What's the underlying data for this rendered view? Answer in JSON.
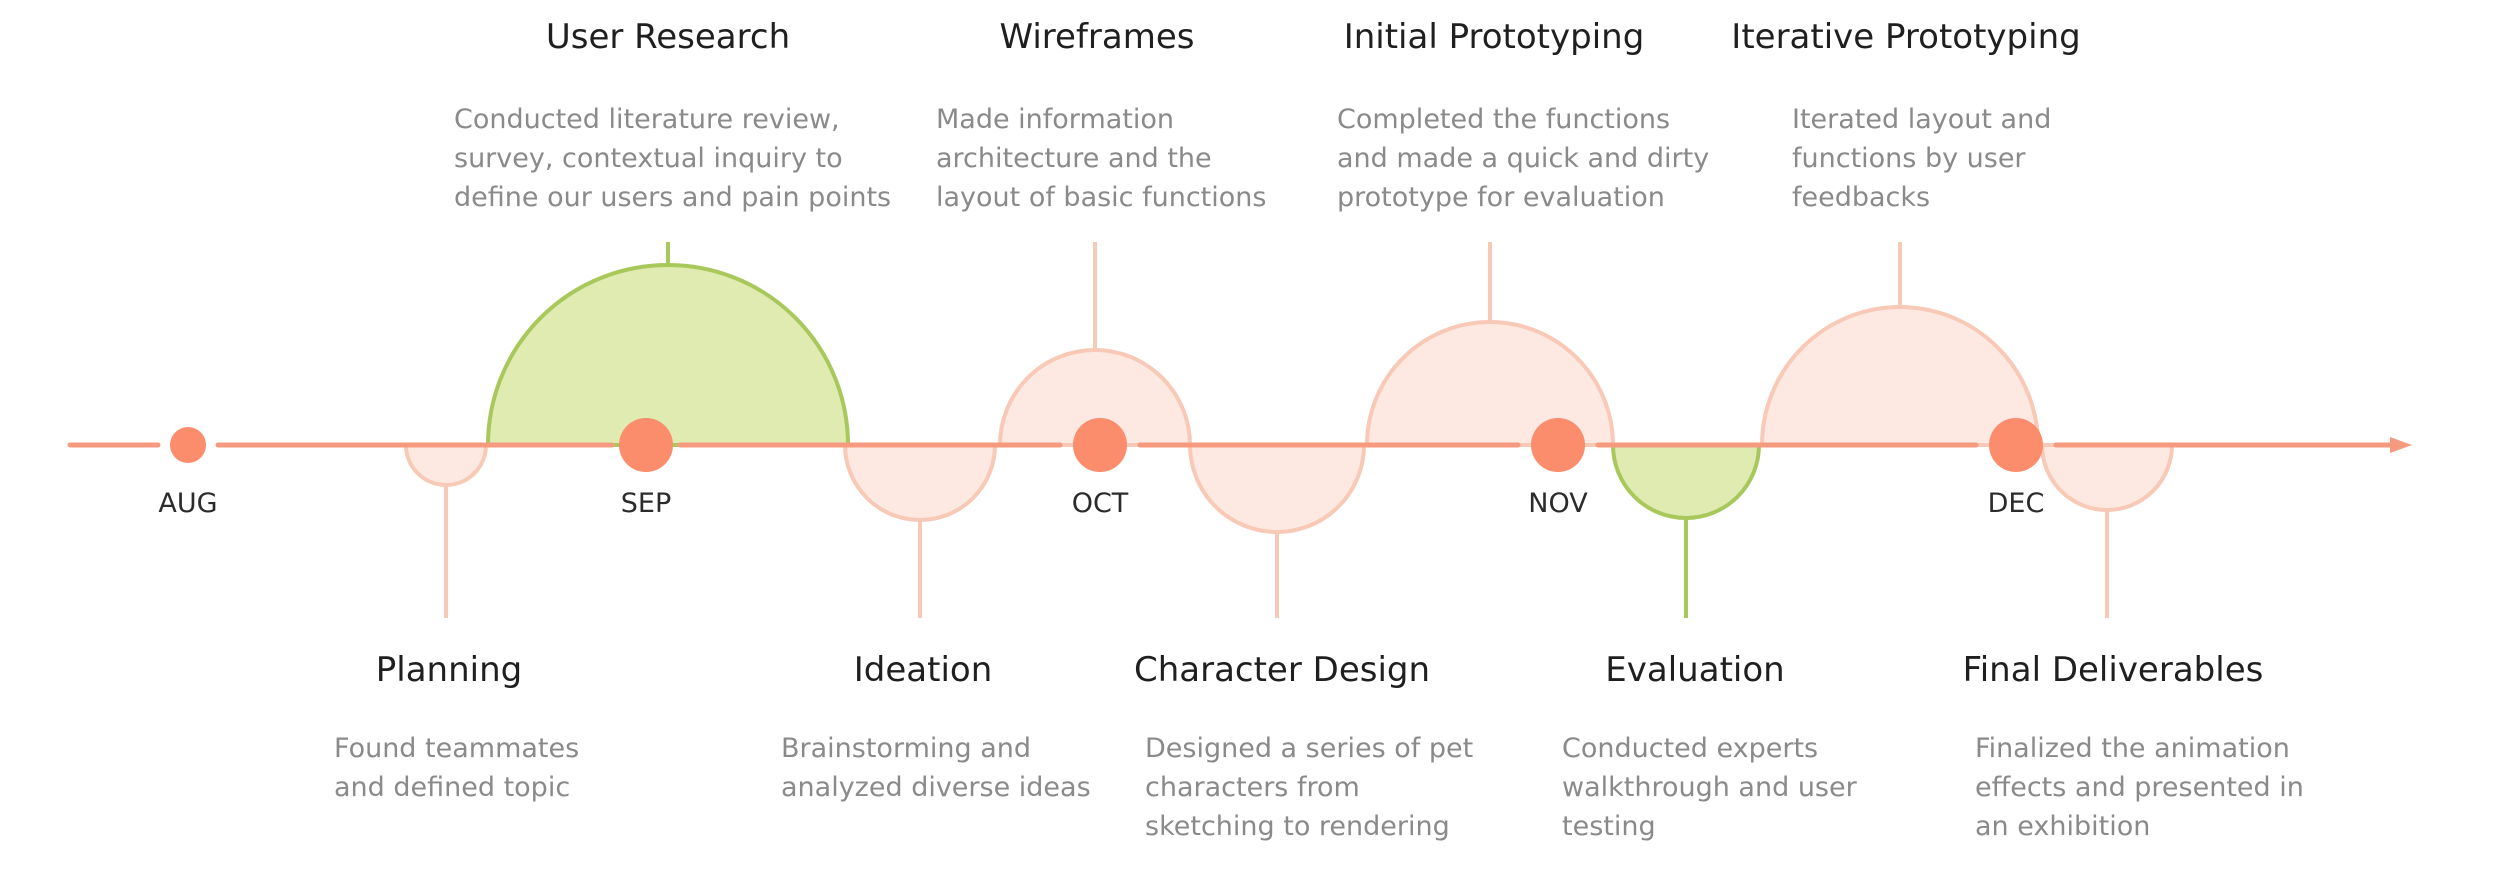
{
  "colors": {
    "axis": "#f59a7e",
    "dot": "#fb8d6c",
    "peach_fill": "#fde9e1",
    "peach_stroke": "#f8c9b6",
    "green_fill": "#dfebb0",
    "green_stroke": "#a9c85c"
  },
  "months": [
    "AUG",
    "SEP",
    "OCT",
    "NOV",
    "DEC"
  ],
  "phases_top": [
    {
      "title": "User Research",
      "desc": [
        "Conducted literature review,",
        "survey, contextual inquiry to",
        "define our users and pain points"
      ]
    },
    {
      "title": "Wireframes",
      "desc": [
        "Made information",
        "architecture and the",
        "layout of basic functions"
      ]
    },
    {
      "title": "Initial Prototyping",
      "desc": [
        "Completed the  functions",
        "and made a quick and dirty",
        "prototype for evaluation"
      ]
    },
    {
      "title": "Iterative Prototyping",
      "desc": [
        "Iterated layout and",
        "functions by user",
        "feedbacks"
      ]
    }
  ],
  "phases_bottom": [
    {
      "title": "Planning",
      "desc": [
        "Found teammates",
        "and defined topic"
      ]
    },
    {
      "title": "Ideation",
      "desc": [
        "Brainstorming and",
        "analyzed diverse ideas"
      ]
    },
    {
      "title": "Character Design",
      "desc": [
        "Designed a series of pet",
        "characters from",
        "sketching to rendering"
      ]
    },
    {
      "title": "Evaluation",
      "desc": [
        "Conducted experts",
        "walkthrough and user",
        "testing"
      ]
    },
    {
      "title": "Final Deliverables",
      "desc": [
        "Finalized the animation",
        "effects and presented in",
        "an exhibition"
      ]
    }
  ]
}
